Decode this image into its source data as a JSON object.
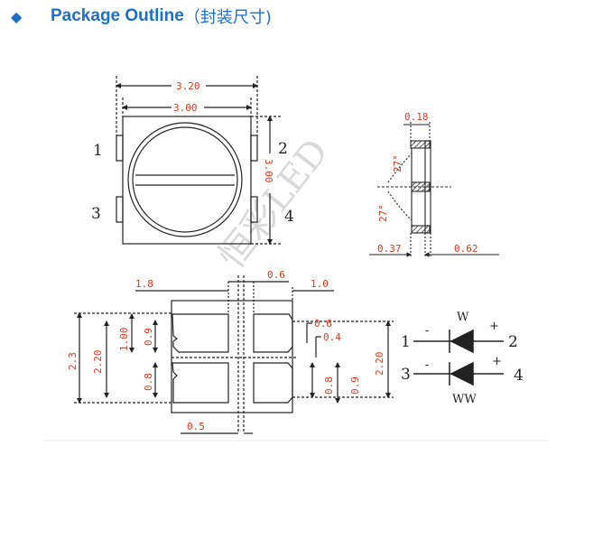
{
  "header": {
    "bullet": "◆",
    "title": "Package Outline",
    "title_cn": "（封装尺寸)"
  },
  "top_view": {
    "dim_outer_width": "3.20",
    "dim_body_width": "3.00",
    "dim_height": "3.00",
    "pin1": "1",
    "pin2": "2",
    "pin3": "3",
    "pin4": "4"
  },
  "side_view": {
    "dim_top": "0.18",
    "angle_upper": "27°",
    "angle_lower": "27°",
    "dim_bottom_left": "0.37",
    "dim_bottom_right": "0.62"
  },
  "footprint": {
    "dim_left_width": "1.8",
    "dim_gap": "0.6",
    "dim_right_width": "1.0",
    "dim_total_height": "2.3",
    "dim_height_220_left": "2.20",
    "dim_pad_100": "1.00",
    "dim_pad_09_left": "0.9",
    "dim_pad_08_left": "0.8",
    "dim_06_right": "0.6",
    "dim_04_right": "0.4",
    "dim_08_right": "0.8",
    "dim_09_right": "0.9",
    "dim_height_220_right": "2.20",
    "dim_bottom_gap": "0.5"
  },
  "schematic": {
    "w_label": "W",
    "ww_label": "WW",
    "pin1": "1",
    "pin2": "2",
    "pin3": "3",
    "pin4": "4",
    "minus_top": "-",
    "plus_top": "+",
    "minus_bottom": "-",
    "plus_bottom": "+"
  },
  "watermark": "恒彩LED",
  "colors": {
    "accent": "#1e6fc8",
    "dimension": "#e8351a",
    "line": "#222222"
  }
}
